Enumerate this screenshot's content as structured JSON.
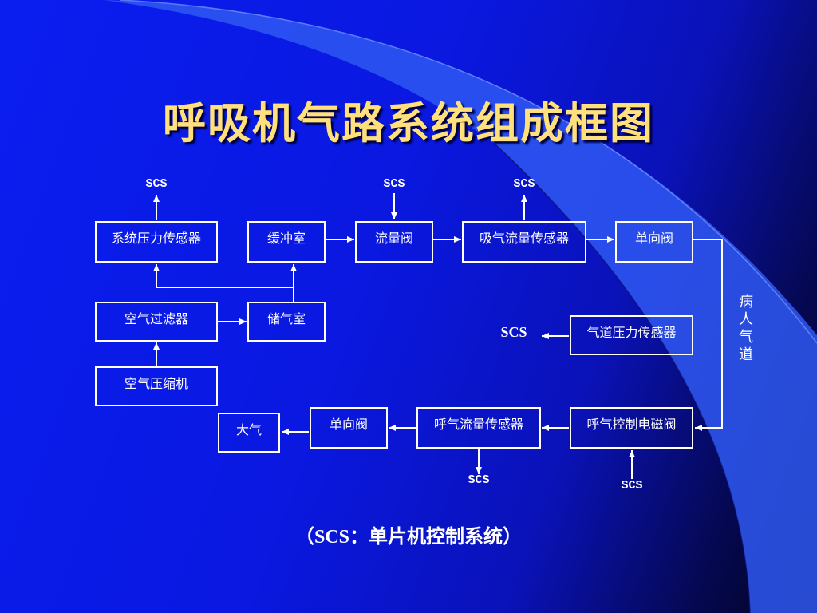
{
  "title": "呼吸机气路系统组成框图",
  "blocks": {
    "system_pressure_sensor": "系统压力传感器",
    "buffer_chamber": "缓冲室",
    "flow_valve": "流量阀",
    "inhale_flow_sensor": "吸气流量传感器",
    "check_valve_top": "单向阀",
    "air_filter": "空气过滤器",
    "gas_storage": "储气室",
    "air_compressor": "空气压缩机",
    "airway_pressure_sensor": "气道压力传感器",
    "atmosphere": "大气",
    "check_valve_bottom": "单向阀",
    "exhale_flow_sensor": "呼气流量传感器",
    "exhale_solenoid_valve": "呼气控制电磁阀"
  },
  "scs_labels": {
    "top1": "SCS",
    "top2": "SCS",
    "top3": "SCS",
    "mid": "SCS",
    "bottom1": "SCS",
    "bottom2": "SCS"
  },
  "patient_airway": "病人气道",
  "footer": "（SCS：单片机控制系统）",
  "colors": {
    "title": "#ffe07a",
    "line": "#ffffff",
    "background_light": "#0a1ef0",
    "accent_wedge": "#3a64f0"
  }
}
